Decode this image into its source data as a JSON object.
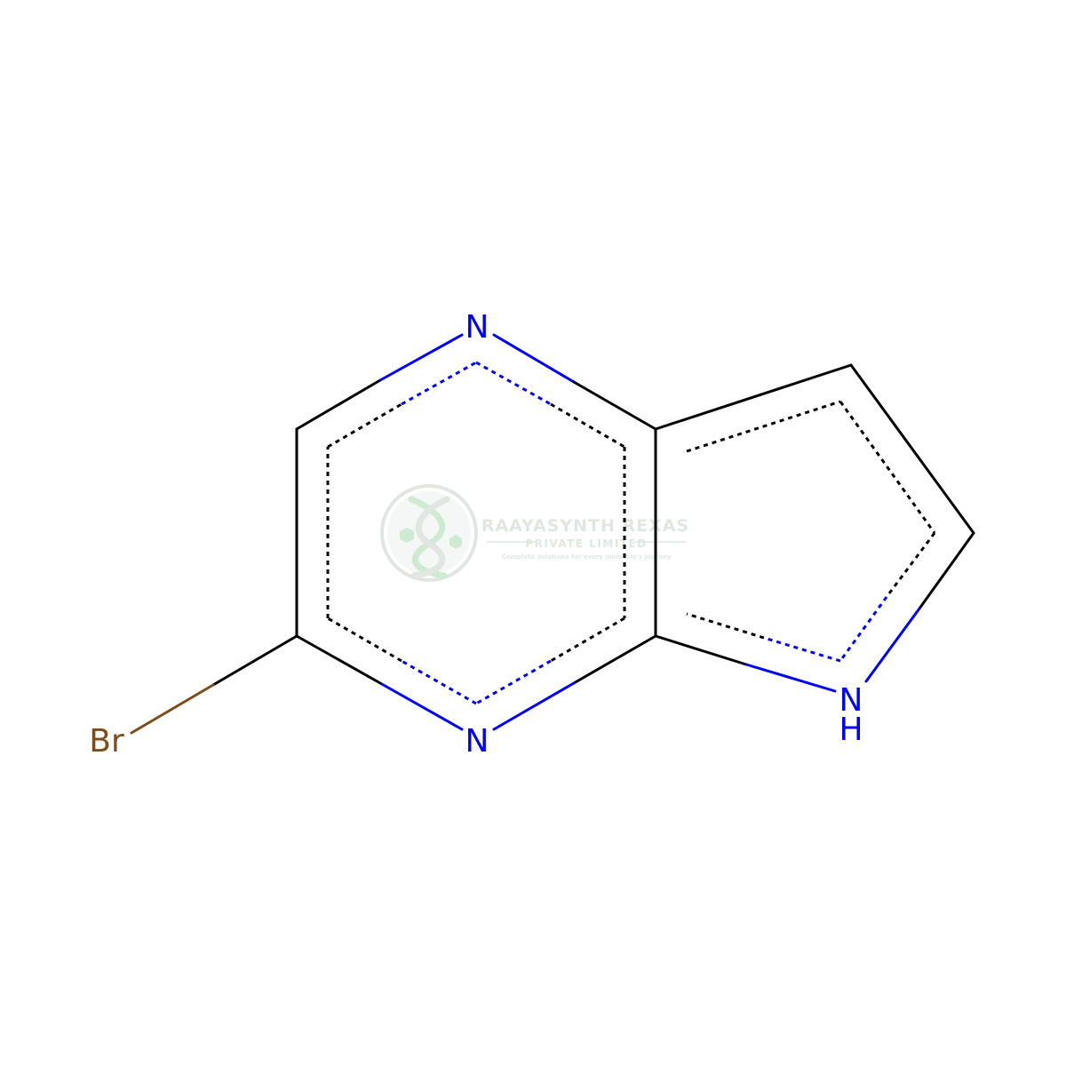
{
  "colors": {
    "carbon_bond": "#000000",
    "nitrogen": "#0000ff",
    "bromine": "#7f4c19",
    "watermark": "#c9d3cc",
    "watermark_accent": "#a7dcae",
    "background": "#ffffff"
  },
  "atoms": {
    "n_top": "N",
    "n_bottom": "N",
    "nh_n": "N",
    "nh_h": "H",
    "br": "Br"
  },
  "watermark": {
    "company": "RAAYASYNTH REXAS",
    "division": "PRIVATE LIMITED",
    "tagline": "Complete solutions for every molecule's journey",
    "logo_icon": "dna-helix-logo-icon"
  }
}
